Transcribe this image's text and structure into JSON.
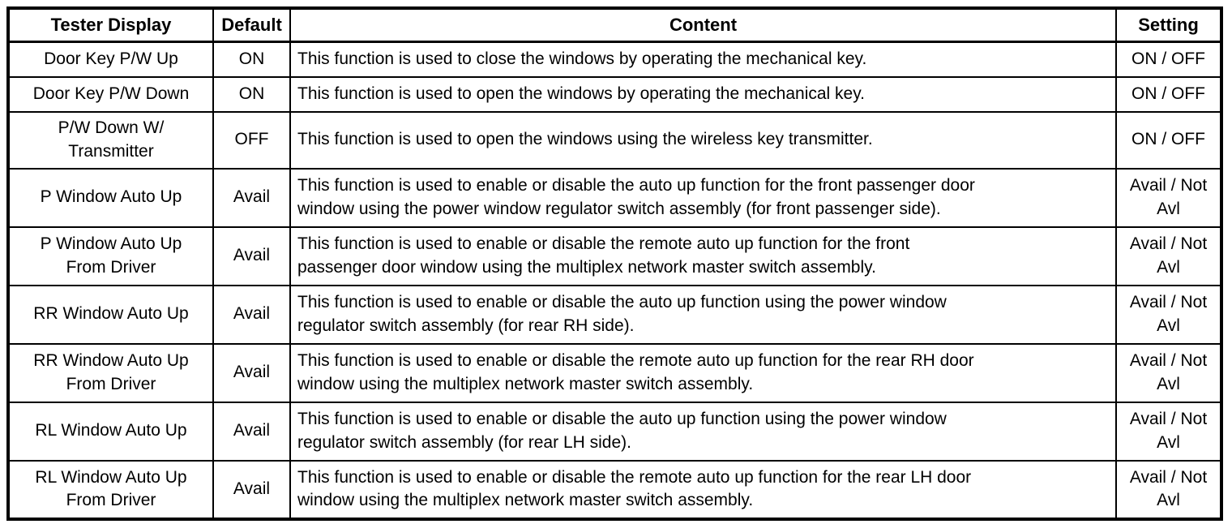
{
  "colors": {
    "border": "#000000",
    "background": "#ffffff",
    "text": "#000000"
  },
  "table": {
    "headers": [
      "Tester Display",
      "Default",
      "Content",
      "Setting"
    ],
    "rows": [
      {
        "tester_display": "Door Key P/W Up",
        "default": "ON",
        "content": "This function is used to close the windows by operating the mechanical key.",
        "setting": "ON / OFF"
      },
      {
        "tester_display": "Door Key P/W Down",
        "default": "ON",
        "content": "This function is used to open the windows by operating the mechanical key.",
        "setting": "ON / OFF"
      },
      {
        "tester_display": "P/W Down W/\nTransmitter",
        "default": "OFF",
        "content": "This function is used to open the windows using the wireless key transmitter.",
        "setting": "ON / OFF"
      },
      {
        "tester_display": "P Window Auto Up",
        "default": "Avail",
        "content": "This function is used to enable or disable the auto up function for the front passenger door\nwindow using the power window regulator switch assembly (for front passenger side).",
        "setting": "Avail / Not Avl"
      },
      {
        "tester_display": "P Window Auto Up\nFrom Driver",
        "default": "Avail",
        "content": "This function is used to enable or disable the remote auto up function for the front\npassenger door window using the multiplex network master switch assembly.",
        "setting": "Avail / Not Avl"
      },
      {
        "tester_display": "RR Window Auto Up",
        "default": "Avail",
        "content": "This function is used to enable or disable the auto up function using the power window\nregulator switch assembly (for rear RH side).",
        "setting": "Avail / Not Avl"
      },
      {
        "tester_display": "RR Window Auto Up\nFrom Driver",
        "default": "Avail",
        "content": "This function is used to enable or disable the remote auto up function for the rear RH door\nwindow using the multiplex network master switch assembly.",
        "setting": "Avail / Not Avl"
      },
      {
        "tester_display": "RL Window Auto Up",
        "default": "Avail",
        "content": "This function is used to enable or disable the auto up function using the power window\nregulator switch assembly (for rear LH side).",
        "setting": "Avail / Not Avl"
      },
      {
        "tester_display": "RL Window Auto Up\nFrom Driver",
        "default": "Avail",
        "content": "This function is used to enable or disable the remote auto up function for the rear LH door\nwindow using the multiplex network master switch assembly.",
        "setting": "Avail / Not Avl"
      }
    ]
  }
}
